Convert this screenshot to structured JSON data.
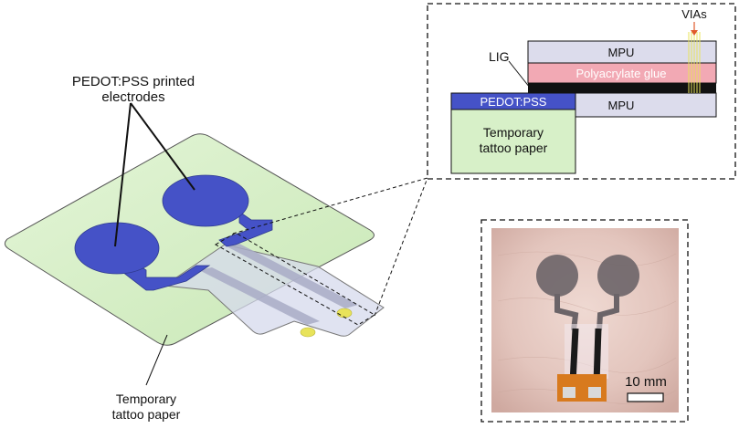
{
  "figure": {
    "main": {
      "label_electrodes_line1": "PEDOT:PSS printed",
      "label_electrodes_line2": "electrodes",
      "label_paper_line1": "Temporary",
      "label_paper_line2": "tattoo paper"
    },
    "cross_section": {
      "mpu_top": "MPU",
      "glue": "Polyacrylate glue",
      "mpu_bottom": "MPU",
      "lig": "LIG",
      "vias": "VIAs",
      "pedot": "PEDOT:PSS",
      "paper_line1": "Temporary",
      "paper_line2": "tattoo paper"
    },
    "photo": {
      "scale_label": "10 mm"
    },
    "colors": {
      "paper_green": "#d7f0c8",
      "electrode_blue": "#4552c7",
      "mpu_lavender": "#dcdcec",
      "glue_pink": "#f2a9b4",
      "lig_black": "#111111",
      "via_yellow": "#e8e35a",
      "arrow_red": "#e05a2a"
    }
  }
}
